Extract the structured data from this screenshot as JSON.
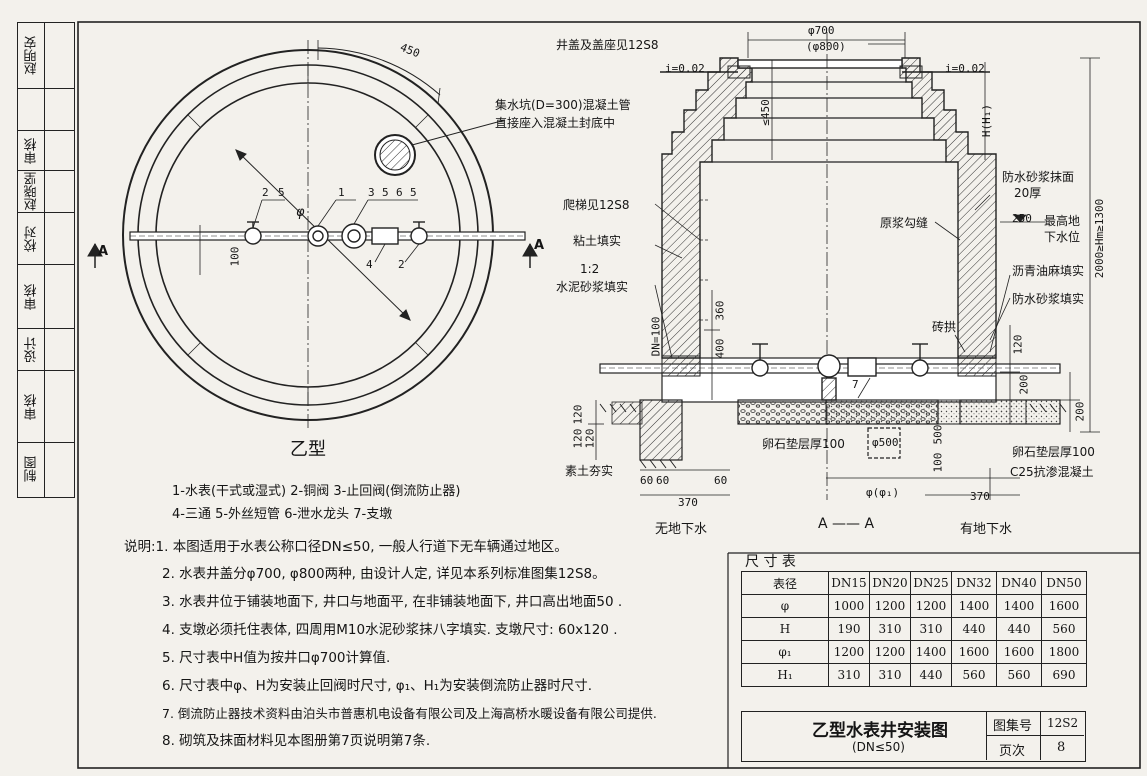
{
  "side_strip": [
    {
      "role": "",
      "name": ""
    },
    {
      "role": "审核",
      "name": ""
    },
    {
      "role": "赵晓坚",
      "name": ""
    },
    {
      "role": "校对",
      "name": ""
    },
    {
      "role": "审核",
      "name": ""
    },
    {
      "role": "设计",
      "name": ""
    },
    {
      "role": "审核",
      "name": ""
    },
    {
      "role": "制图",
      "name": ""
    }
  ],
  "side_top": {
    "role": "赵明安",
    "name": ""
  },
  "plan": {
    "title": "乙型",
    "dim_450": "450",
    "dim_phi": "φ",
    "dim_100": "100",
    "sump_note_1": "集水坑(D=300)混凝土管",
    "sump_note_2": "直接座入混凝土封底中",
    "section_a_left": "A",
    "section_a_right": "A",
    "part_numbers": [
      "2",
      "5",
      "1",
      "3",
      "5",
      "6",
      "5",
      "4",
      "2"
    ]
  },
  "legend": {
    "line1": "1-水表(干式或湿式)      2-铜阀     3-止回阀(倒流防止器)",
    "line2": "4-三通    5-外丝短管   6-泄水龙头   7-支墩"
  },
  "notes": [
    "说明:1. 本图适用于水表公称口径DN≤50, 一般人行道下无车辆通过地区。",
    "2. 水表井盖分φ700, φ800两种, 由设计人定, 详见本系列标准图集12S8。",
    "3. 水表井位于铺装地面下, 井口与地面平, 在非铺装地面下, 井口高出地面50 .",
    "4. 支墩必须托住表体, 四周用M10水泥砂浆抹八字填实. 支墩尺寸: 60x120 .",
    "5. 尺寸表中H值为按井口φ700计算值.",
    "6. 尺寸表中φ、H为安装止回阀时尺寸, φ₁、H₁为安装倒流防止器时尺寸.",
    "7. 倒流防止器技术资料由泊头市普惠机电设备有限公司及上海高桥水暖设备有限公司提供.",
    "8. 砌筑及抹面材料见本图册第7页说明第7条."
  ],
  "section": {
    "cover_note": "井盖及盖座见12S8",
    "slope_left": "i=0.02",
    "slope_right": "i=0.02",
    "dim_700": "φ700",
    "dim_800": "(φ800)",
    "dim_450": "≤450",
    "dim_H": "H(H₁)",
    "ladder": "爬梯见12S8",
    "clay": "粘土填实",
    "mortar_fill_1": "1:2",
    "mortar_fill_2": "水泥砂浆填实",
    "dn100": "DN=100",
    "dim_360": "360",
    "dim_400": "400",
    "dim_120a": "120",
    "dim_120b": "120",
    "dim_120c": "120",
    "soil": "素土夯实",
    "dim_60a": "60",
    "dim_60b": "60",
    "dim_60c": "60",
    "dim_370a": "370",
    "dim_370b": "370",
    "no_gw": "无地下水",
    "has_gw": "有地下水",
    "section_mark": "A —— A",
    "dim_phi": "φ(φ₁)",
    "gravel_left": "卵石垫层厚100",
    "gravel_right": "卵石垫层厚100",
    "dim_500a": "φ500",
    "dim_500b": "500",
    "dim_100": "100",
    "concrete": "C25抗渗混凝土",
    "waterproof_1": "防水砂浆抹面",
    "waterproof_2": "20厚",
    "pointing": "原浆勾缝",
    "max_gw_1": "最高地",
    "max_gw_2": "下水位",
    "dim_250": "250",
    "asphalt": "沥青油麻填实",
    "waterproof_fill": "防水砂浆填实",
    "brick_arch": "砖拱",
    "dim_120d": "120",
    "dim_200a": "200",
    "dim_200b": "200",
    "dim_total": "2000≥Hm≥1300",
    "part_7": "7"
  },
  "dim_table": {
    "caption": "尺 寸 表",
    "corner": "表径",
    "columns": [
      "DN15",
      "DN20",
      "DN25",
      "DN32",
      "DN40",
      "DN50"
    ],
    "rows": [
      {
        "label": "φ",
        "values": [
          "1000",
          "1200",
          "1200",
          "1400",
          "1400",
          "1600"
        ]
      },
      {
        "label": "H",
        "values": [
          "190",
          "310",
          "310",
          "440",
          "440",
          "560"
        ]
      },
      {
        "label": "φ₁",
        "values": [
          "1200",
          "1200",
          "1400",
          "1600",
          "1600",
          "1800"
        ]
      },
      {
        "label": "H₁",
        "values": [
          "310",
          "310",
          "440",
          "560",
          "560",
          "690"
        ]
      }
    ]
  },
  "title_block": {
    "title": "乙型水表井安装图",
    "subtitle": "(DN≤50)",
    "atlas_label": "图集号",
    "atlas_no": "12S2",
    "page_label": "页次",
    "page_no": "8"
  }
}
